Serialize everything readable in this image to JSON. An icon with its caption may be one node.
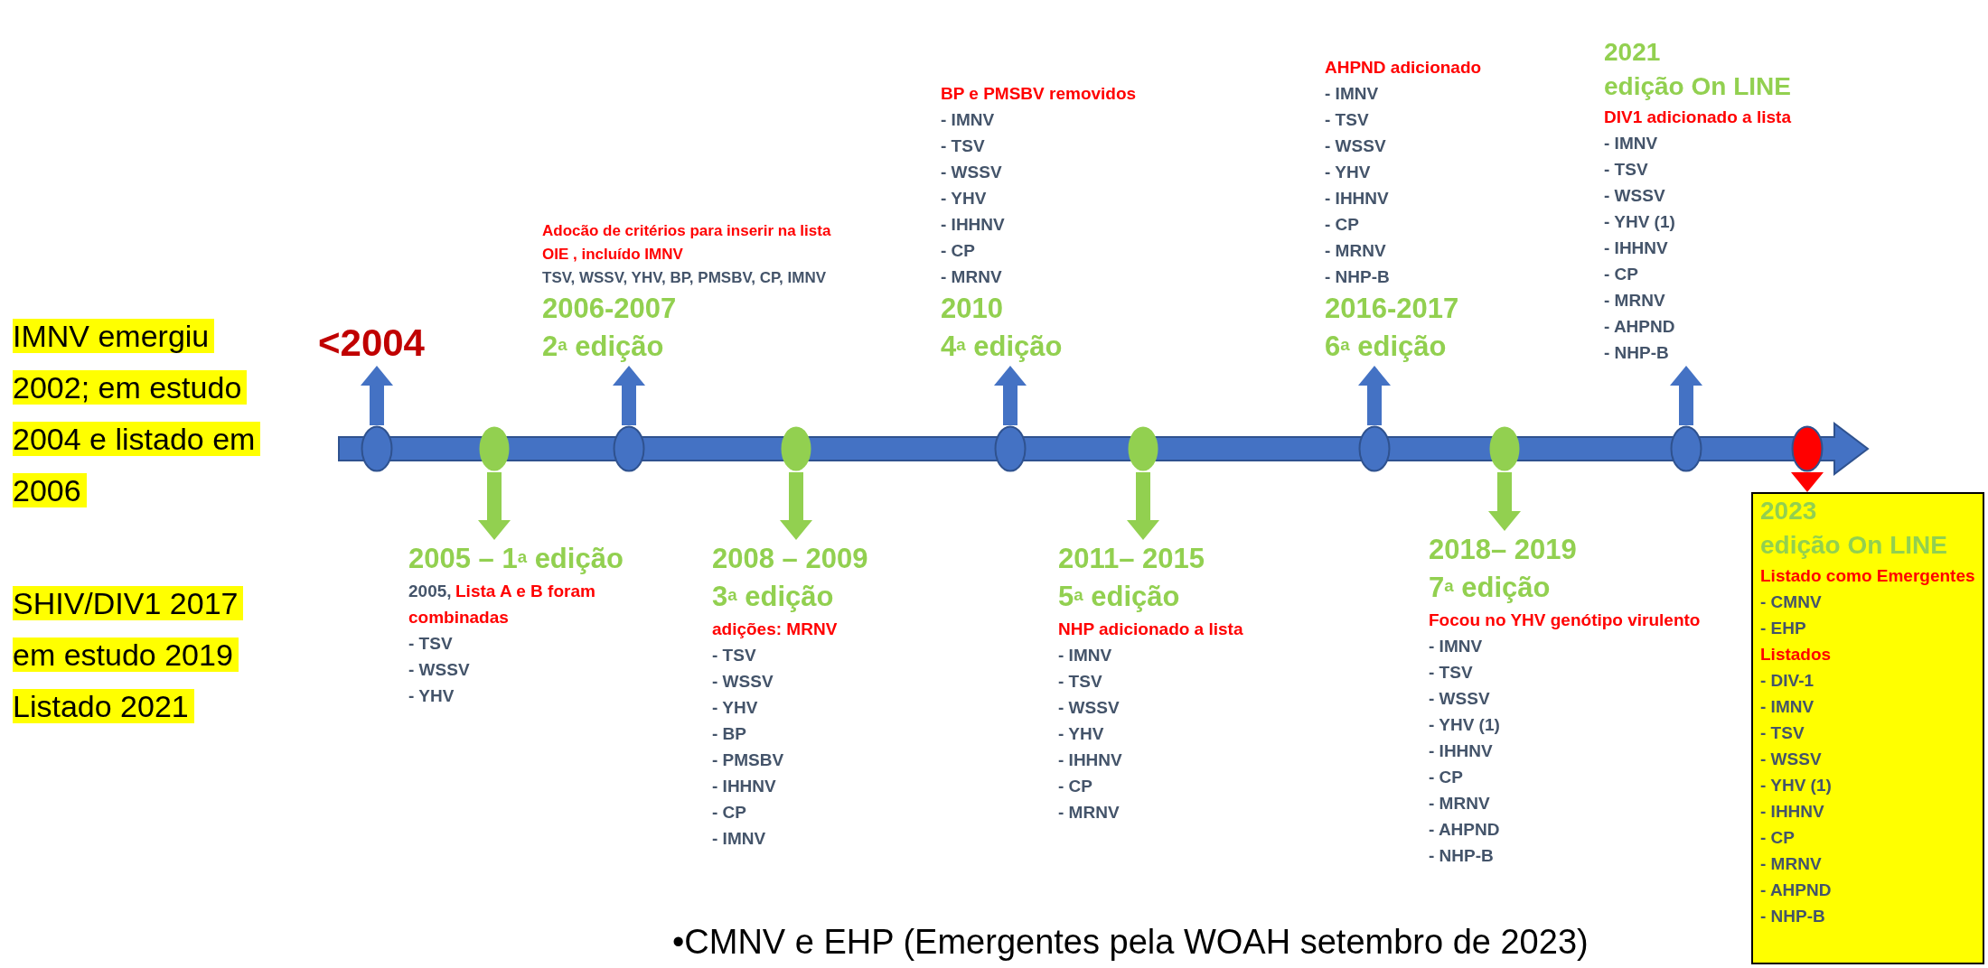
{
  "diagram": {
    "nodes": [
      {
        "text": [
          "IMNV emergiu 2002; em estudo 2004 e listado em 2006"
        ]
      },
      {
        "text": [
          "SHIV/DIV1 2017 em estudo 2019 Listado 2021"
        ]
      },
      {
        "text": [],
        "shape": "circle"
      },
      {
        "text": [],
        "shape": "circle"
      },
      {
        "text": [],
        "shape": "circle"
      },
      {
        "text": [],
        "shape": "circle"
      },
      {
        "text": [],
        "shape": "circle"
      },
      {
        "text": [],
        "shape": "circle"
      },
      {
        "text": [],
        "shape": "circle"
      },
      {
        "text": [],
        "shape": "circle"
      },
      {
        "text": [],
        "shape": "circle"
      },
      {
        "text": [],
        "shape": "circle"
      },
      {
        "text": [
          "<2004"
        ]
      },
      {
        "text": [
          "2005 – 1$^{a}$ edição",
          "2005,",
          "Lista A e B foram combinadas",
          "- TSV",
          "- WSSV",
          "- YHV"
        ]
      },
      {
        "text": [
          "Adocão de critérios para inserir na lista OIE , incluído IMNV",
          "TSV, WSSV, YHV, BP, PMSBV, CP, IMNV",
          "2006-2007",
          "2$^{a}$ edição"
        ]
      },
      {
        "text": [
          "2008 – 2009",
          "3$^{a}$ edição",
          "adições:  MRNV",
          "- TSV",
          "- WSSV",
          "- YHV",
          "- BP",
          "- PMSBV",
          "- IHHNV",
          "- CP",
          "- IMNV"
        ]
      },
      {
        "text": [
          "BP e PMSBV removidos",
          "- IMNV",
          "- TSV",
          "- WSSV",
          "- YHV",
          "- IHHNV",
          "- CP",
          "- MRNV",
          "2010",
          "4$^{a}$ edição"
        ]
      },
      {
        "text": [
          "2011– 2015",
          "5$^{a}$  edição",
          "NHP adicionado a lista",
          "- IMNV",
          "- TSV",
          "- WSSV",
          "- YHV",
          "- IHHNV",
          "- CP",
          "- MRNV"
        ]
      },
      {
        "text": [
          "AHPND adicionado",
          "- IMNV",
          "- TSV",
          "- WSSV",
          "- YHV",
          "- IHHNV",
          "- CP",
          "- MRNV",
          "- NHP-B",
          "2016-2017",
          "6$^{a}$ edição"
        ]
      },
      {
        "text": [
          "2018– 2019",
          "7$^{a}$  edição",
          "Focou no YHV genótipo virulento",
          "- IMNV",
          "- TSV",
          "- WSSV",
          "- YHV (1)",
          "- IHHNV",
          "- CP",
          "- MRNV",
          "- AHPND",
          "- NHP-B"
        ]
      },
      {
        "text": [
          "2021",
          "edição On LINE",
          "DIV1 adicionado a lista",
          "- IMNV",
          "- TSV",
          "- WSSV",
          "- YHV (1)",
          "- IHHNV",
          "- CP",
          "- MRNV",
          "- AHPND",
          "- NHP-B"
        ]
      },
      {
        "text": [
          "2023",
          "edição On LINE",
          "Listado como Emergentes",
          "- CMNV",
          "- EHP",
          "Listados",
          "- DIV-1",
          "- IMNV",
          "- TSV",
          "- WSSV",
          "- YHV (1)",
          "- IHHNV",
          "- CP",
          "- MRNV",
          "- AHPND",
          "- NHP-B"
        ]
      }
    ],
    "edges": [
      {
        "from": 2,
        "to": 12,
        "arrow": "to"
      },
      {
        "from": 3,
        "to": 13,
        "arrow": "to",
        "color": "#92d050"
      },
      {
        "from": 4,
        "to": 14,
        "arrow": "to"
      },
      {
        "from": 5,
        "to": 15,
        "arrow": "to",
        "color": "#92d050"
      },
      {
        "from": 6,
        "to": 16,
        "arrow": "to"
      },
      {
        "from": 7,
        "to": 17,
        "arrow": "to",
        "color": "#92d050"
      },
      {
        "from": 8,
        "to": 18,
        "arrow": "to"
      },
      {
        "from": 9,
        "to": 19,
        "arrow": "to",
        "color": "#92d050"
      },
      {
        "from": 10,
        "to": 20,
        "arrow": "to"
      },
      {
        "from": 11,
        "to": 21,
        "arrow": "to",
        "color": "#ff0000"
      }
    ],
    "labels": [
      "•CMNV e EHP (Emergentes pela WOAH setembro de 2023)"
    ]
  }
}
